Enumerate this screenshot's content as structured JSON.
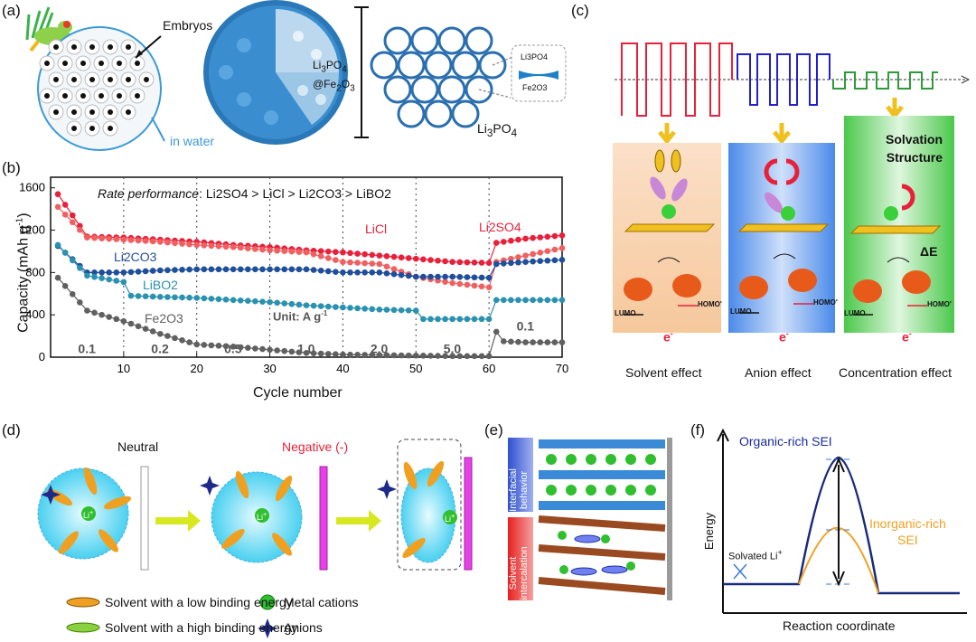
{
  "panel_a": {
    "label": "(a)",
    "embryos": "Embryos",
    "in_water": "in water",
    "composite_line1": "Li",
    "composite_sub1": "3",
    "composite_mid1": "PO",
    "composite_sub2": "4",
    "composite_line2": "@Fe",
    "composite_sub3": "2",
    "composite_mid2": "O",
    "composite_sub4": "3",
    "shell_label": "Li",
    "shell_sub1": "3",
    "shell_mid": "PO",
    "shell_sub2": "4",
    "interface_top": "Li3PO4",
    "interface_bottom": "Fe2O3"
  },
  "panel_b": {
    "label": "(b)",
    "title_italic": "Rate performance",
    "title_rest": ": Li2SO4 > LiCl > Li2CO3 > LiBO2",
    "unit_label": "Unit: A g",
    "unit_sup": "-1",
    "ylabel": "Capacity (mAh g",
    "ylabel_sup": "-1",
    "ylabel_end": ")",
    "xlabel": "Cycle number",
    "rate_labels": [
      "0.1",
      "0.2",
      "0.5",
      "1.0",
      "2.0",
      "5.0",
      "0.1"
    ],
    "series_labels": {
      "LiCl": "LiCl",
      "Li2SO4": "Li2SO4",
      "Li2CO3": "Li2CO3",
      "LiBO2": "LiBO2",
      "Fe2O3": "Fe2O3"
    }
  },
  "chart_data": {
    "type": "scatter",
    "xlabel": "Cycle number",
    "ylabel": "Capacity (mAh g-1)",
    "xlim": [
      0,
      70
    ],
    "ylim": [
      0,
      1700
    ],
    "xticks": [
      10,
      20,
      30,
      40,
      50,
      60,
      70
    ],
    "yticks": [
      0,
      400,
      800,
      1200,
      1600
    ],
    "grid": false,
    "series": [
      {
        "name": "Li2SO4",
        "color": "#e8203a",
        "x": [
          1,
          5,
          10,
          15,
          20,
          25,
          30,
          35,
          40,
          45,
          50,
          55,
          60,
          61,
          65,
          70
        ],
        "y": [
          1540,
          1140,
          1130,
          1110,
          1090,
          1060,
          1040,
          1010,
          990,
          960,
          930,
          900,
          890,
          1080,
          1120,
          1150
        ]
      },
      {
        "name": "LiCl",
        "color": "#f06060",
        "x": [
          1,
          5,
          10,
          15,
          20,
          25,
          30,
          35,
          40,
          45,
          50,
          55,
          60,
          61,
          65,
          70
        ],
        "y": [
          1420,
          1130,
          1110,
          1090,
          1060,
          1040,
          1010,
          990,
          900,
          880,
          760,
          700,
          660,
          900,
          960,
          1030
        ]
      },
      {
        "name": "Li2CO3",
        "color": "#1f4e9a",
        "x": [
          1,
          5,
          10,
          15,
          20,
          25,
          30,
          35,
          40,
          45,
          50,
          55,
          60,
          61,
          65,
          70
        ],
        "y": [
          1050,
          800,
          800,
          820,
          830,
          830,
          830,
          830,
          800,
          800,
          760,
          760,
          750,
          880,
          900,
          920
        ]
      },
      {
        "name": "LiBO2",
        "color": "#2a92b0",
        "x": [
          1,
          5,
          10,
          11,
          15,
          20,
          25,
          30,
          35,
          40,
          45,
          50,
          51,
          55,
          60,
          61,
          65,
          70
        ],
        "y": [
          1060,
          770,
          710,
          580,
          570,
          560,
          540,
          520,
          490,
          470,
          450,
          440,
          360,
          360,
          360,
          540,
          540,
          540
        ]
      },
      {
        "name": "Fe2O3",
        "color": "#606060",
        "x": [
          1,
          5,
          10,
          15,
          20,
          25,
          30,
          35,
          40,
          45,
          50,
          55,
          60,
          61,
          62,
          65,
          70
        ],
        "y": [
          750,
          440,
          340,
          220,
          120,
          100,
          70,
          40,
          25,
          20,
          15,
          10,
          10,
          240,
          150,
          140,
          140
        ]
      }
    ]
  },
  "panel_c": {
    "label": "(c)",
    "solvation": "Solvation",
    "structure": "Structure",
    "delta_e": "ΔE",
    "lumo": "LUMO",
    "homo": "HOMO'",
    "electron": "e",
    "electron_sup": "-",
    "captions": [
      "Solvent effect",
      "Anion effect",
      "Concentration effect"
    ]
  },
  "panel_d": {
    "label": "(d)",
    "neutral": "Neutral",
    "negative": "Negative (-)",
    "ion": "Li",
    "ion_sup": "+",
    "legend": [
      "Solvent with a low binding energy",
      "Solvent with a high binding energy",
      "Metal cations",
      "Anions"
    ]
  },
  "panel_e": {
    "label": "(e)",
    "band1_line1": "Interfacial",
    "band1_line2": "behavior",
    "band2_line1": "Solvent",
    "band2_line2": "intercalation"
  },
  "panel_f": {
    "label": "(f)",
    "organic": "Organic-rich SEI",
    "inorganic_line1": "Inorganic-rich",
    "inorganic_line2": "SEI",
    "solvated": "Solvated Li",
    "solvated_sup": "+",
    "ylabel": "Energy",
    "xlabel": "Reaction coordinate"
  },
  "colors": {
    "blue_shell": "#2a6fb0",
    "red": "#e8203a",
    "dark_blue": "#1f3a8a",
    "orange": "#f0a020",
    "green": "#2f9a3a"
  }
}
